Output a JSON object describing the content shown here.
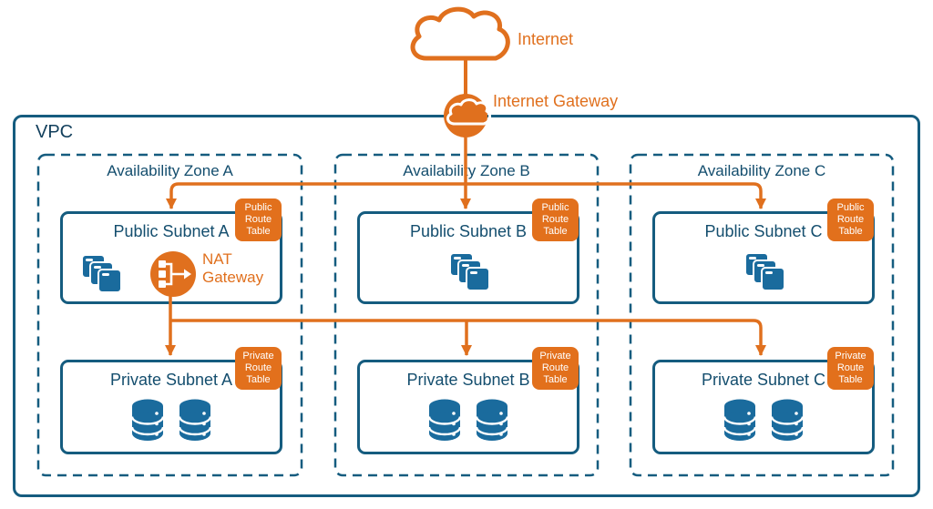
{
  "diagram": {
    "internet": {
      "label": "Internet"
    },
    "internet_gateway": {
      "label": "Internet Gateway"
    },
    "vpc": {
      "label": "VPC"
    },
    "nat_gateway": {
      "label": "NAT Gateway"
    },
    "zones": [
      {
        "label": "Availability Zone A",
        "public_subnet": {
          "title": "Public Subnet A",
          "route_table_badge": "Public Route Table"
        },
        "private_subnet": {
          "title": "Private Subnet A",
          "route_table_badge": "Private Route Table"
        }
      },
      {
        "label": "Availability Zone B",
        "public_subnet": {
          "title": "Public Subnet B",
          "route_table_badge": "Public Route Table"
        },
        "private_subnet": {
          "title": "Private Subnet B",
          "route_table_badge": "Private Route Table"
        }
      },
      {
        "label": "Availability Zone C",
        "public_subnet": {
          "title": "Public Subnet C",
          "route_table_badge": "Public Route Table"
        },
        "private_subnet": {
          "title": "Private Subnet C",
          "route_table_badge": "Private Route Table"
        }
      }
    ],
    "colors": {
      "accent_orange": "#E0701E",
      "badge_orange": "#E2701C",
      "border_blue": "#155C7F",
      "text_blue": "#144E6E",
      "icon_blue": "#1A6B9D",
      "badge_text": "#FFFFFF"
    }
  }
}
